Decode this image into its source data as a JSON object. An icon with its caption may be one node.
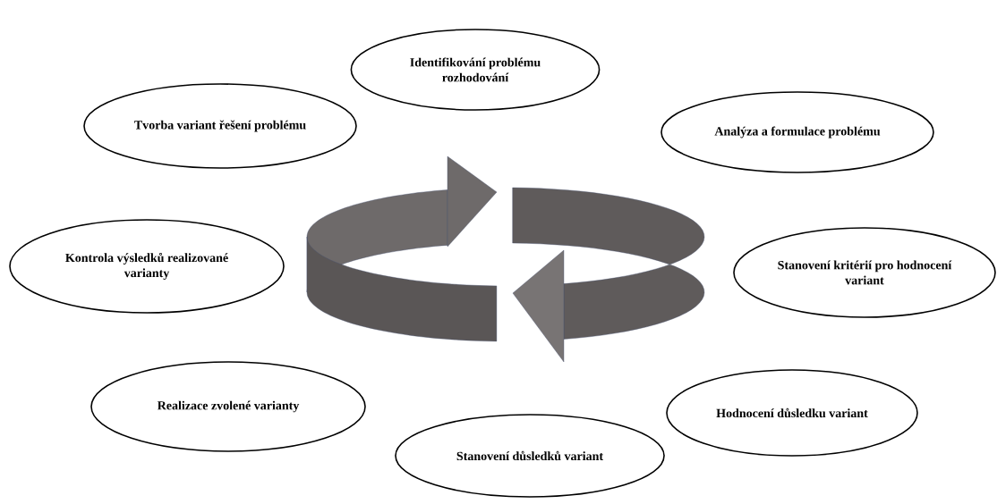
{
  "diagram": {
    "nodes": [
      {
        "text": [
          "Identifikování problému rozhodování"
        ]
      },
      {
        "text": [
          "Analýza a formulace problému"
        ]
      },
      {
        "text": [
          "Stanovení kritérií pro hodnocení variant"
        ]
      },
      {
        "text": [
          "Hodnocení důsledku variant"
        ]
      },
      {
        "text": [
          "Stanovení důsledků variant"
        ]
      },
      {
        "text": [
          "Realizace zvolené varianty"
        ]
      },
      {
        "text": [
          "Kontrola výsledků realizované varianty"
        ]
      },
      {
        "text": [
          "Tvorba variant řešení problému"
        ]
      }
    ]
  }
}
